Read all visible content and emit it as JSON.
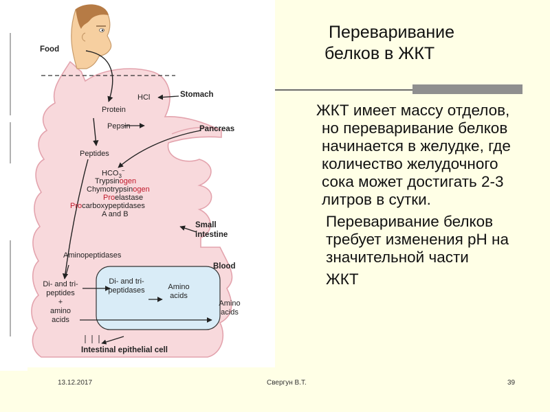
{
  "slide": {
    "title_line1": "Переваривание",
    "title_line2": "белков в ЖКТ",
    "paragraph1": "ЖКТ имеет массу отделов, но переваривание белков начинается в желудке, где количество желудочного сока может достигать 2-3 литров в сутки.",
    "paragraph2": "Переваривание белков требует изменения  рН на значительной части",
    "paragraph3": "ЖКТ"
  },
  "diagram": {
    "food": "Food",
    "hcl": "HCl",
    "stomach": "Stomach",
    "protein": "Protein",
    "pepsin": "Pepsin",
    "pancreas": "Pancreas",
    "peptides": "Peptides",
    "hco3": "HCO",
    "hco3_sub": "3",
    "hco3_sup": "−",
    "trypsin_base": "Trypsin",
    "trypsin_suffix": "ogen",
    "chymo_base": "Chymotrypsin",
    "chymo_suffix": "ogen",
    "pro_prefix": "Pro",
    "elastase": "elastase",
    "pro_prefix2": "Pro",
    "carboxy": "carboxypeptidases",
    "a_and_b": "A and B",
    "small": "Small",
    "intestine": "intestine",
    "aminopeptidases": "Aminopeptidases",
    "blood": "Blood",
    "di_tri_1": "Di- and tri-",
    "di_tri_2": "peptides",
    "plus": "+",
    "amino_1": "amino",
    "acids_1": "acids",
    "dipept_1": "Di- and tri-",
    "dipept_2": "peptidases",
    "amino_acids_cell_1": "Amino",
    "amino_acids_cell_2": "acids",
    "amino_acids_blood_1": "Amino",
    "amino_acids_blood_2": "acids",
    "epithelial": "Intestinal epithelial cell"
  },
  "footer": {
    "date": "13.12.2017",
    "author": "Свергун В.Т.",
    "page": "39"
  },
  "colors": {
    "background": "#ffffe6",
    "gut": "#f8d9dc",
    "gut_outline": "#e3a3ad",
    "cell": "#d9ecf7",
    "enzyme_highlight": "#c0182a",
    "rule": "#6b6b6b"
  }
}
